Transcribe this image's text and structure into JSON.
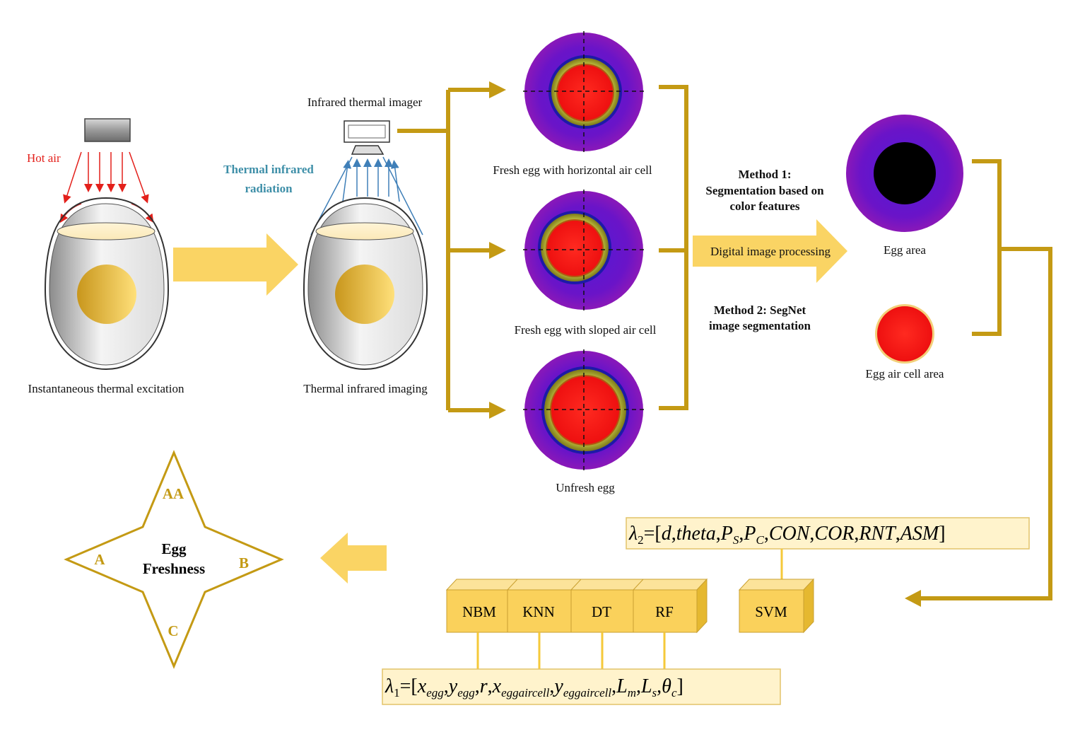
{
  "colors": {
    "accent": "#C49A14",
    "arrow_fill": "#FAD464",
    "hot_air": "#E3201B",
    "radiation": "#3F7FB8",
    "radiation_text": "#3E8FA8",
    "box_fill": "#FAD15B",
    "formula_bg": "#FFF3CC"
  },
  "stage1": {
    "hot_air_label": "Hot air",
    "caption": "Instantaneous thermal excitation"
  },
  "stage2": {
    "imager_label": "Infrared thermal imager",
    "radiation_label_line1": "Thermal infrared",
    "radiation_label_line2": "radiation",
    "caption": "Thermal infrared imaging"
  },
  "thermal_images": [
    {
      "caption": "Fresh egg with horizontal air cell"
    },
    {
      "caption": "Fresh egg with sloped air cell"
    },
    {
      "caption": "Unfresh egg"
    }
  ],
  "methods": {
    "method1_line1": "Method 1:",
    "method1_line2": "Segmentation based on",
    "method1_line3": "color features",
    "processing_label": "Digital image processing",
    "method2_line1": "Method 2: SegNet",
    "method2_line2": "image segmentation"
  },
  "segmentation": {
    "egg_area": "Egg area",
    "air_cell_area": "Egg air cell area"
  },
  "classifiers": [
    "NBM",
    "KNN",
    "DT",
    "RF"
  ],
  "svm": "SVM",
  "lambda2": {
    "lhs": "λ",
    "sub": "2",
    "eq": "=[",
    "d": "d",
    "theta": "theta",
    "P": "P",
    "Ps_sub": "S",
    "Pc_sub": "C",
    "con": "CON",
    "cor": "COR",
    "rnt": "RNT",
    "asm": "ASM",
    "close": "]",
    "comma": ","
  },
  "lambda1": {
    "lhs": "λ",
    "sub": "1",
    "eq": "=[",
    "x": "x",
    "y": "y",
    "egg_sub": "egg",
    "r": "r",
    "aircell_sub": "eggaircell",
    "L": "L",
    "Lm_sub": "m",
    "Ls_sub": "s",
    "theta": "θ",
    "theta_sub": "c",
    "close": "]",
    "comma": ","
  },
  "freshness": {
    "title_line1": "Egg",
    "title_line2": "Freshness",
    "grade_top": "AA",
    "grade_left": "A",
    "grade_right": "B",
    "grade_bottom": "C"
  }
}
